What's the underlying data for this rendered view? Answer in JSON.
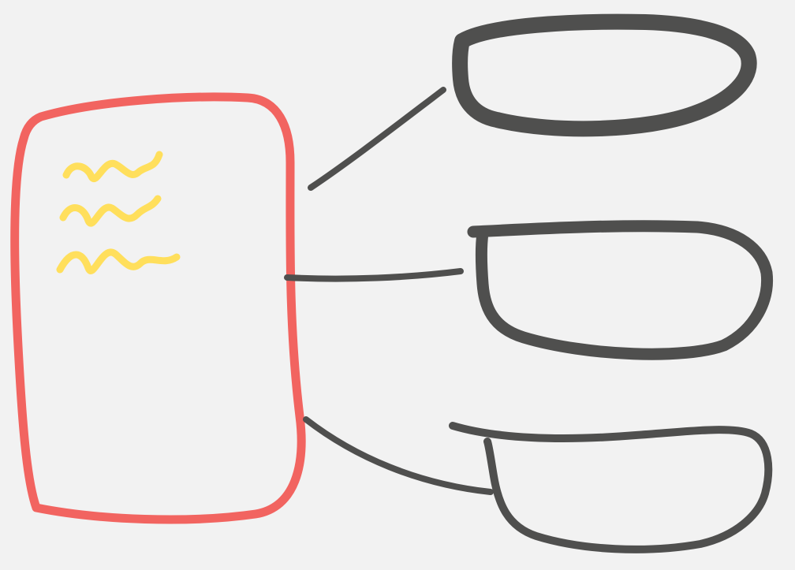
{
  "diagram": {
    "colors": {
      "background": "#f2f2f2",
      "main_box_stroke": "#f26460",
      "squiggle_stroke": "#ffdf5c",
      "ink": "#4f4f4e"
    },
    "nodes": [
      {
        "kind": "rounded-rectangle",
        "text": ""
      },
      {
        "kind": "bowl",
        "text": ""
      },
      {
        "kind": "bowl",
        "text": ""
      },
      {
        "kind": "bowl",
        "text": ""
      }
    ],
    "edges": [
      {
        "from": 0,
        "to": 1
      },
      {
        "from": 0,
        "to": 2
      },
      {
        "from": 0,
        "to": 3
      }
    ]
  }
}
